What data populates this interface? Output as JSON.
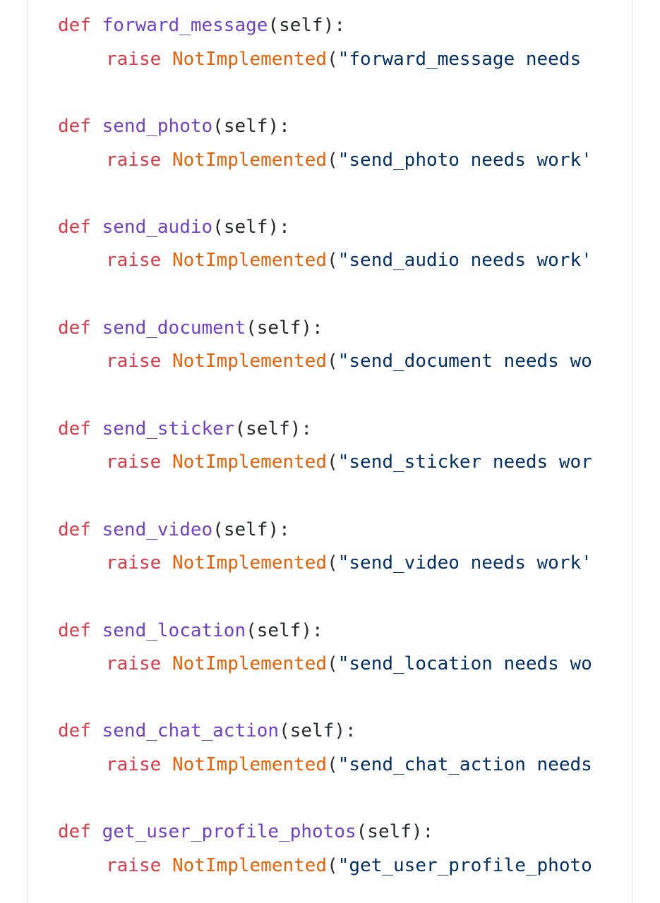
{
  "code": {
    "keyword_def": "def",
    "keyword_raise": "raise",
    "exception_name": "NotImplemented",
    "functions": [
      {
        "name": "forward_message",
        "params": "(self):",
        "string": "(\"forward_message needs"
      },
      {
        "name": "send_photo",
        "params": "(self):",
        "string": "(\"send_photo needs work'"
      },
      {
        "name": "send_audio",
        "params": "(self):",
        "string": "(\"send_audio needs work'"
      },
      {
        "name": "send_document",
        "params": "(self):",
        "string": "(\"send_document needs wo"
      },
      {
        "name": "send_sticker",
        "params": "(self):",
        "string": "(\"send_sticker needs wor"
      },
      {
        "name": "send_video",
        "params": "(self):",
        "string": "(\"send_video needs work'"
      },
      {
        "name": "send_location",
        "params": "(self):",
        "string": "(\"send_location needs wo"
      },
      {
        "name": "send_chat_action",
        "params": "(self):",
        "string": "(\"send_chat_action needs"
      },
      {
        "name": "get_user_profile_photos",
        "params": "(self):",
        "string": "(\"get_user_profile_photo"
      }
    ]
  },
  "colors": {
    "keyword": "#d73a49",
    "function": "#6f42c1",
    "exception": "#e36209",
    "string": "#032f62",
    "text": "#24292e"
  }
}
